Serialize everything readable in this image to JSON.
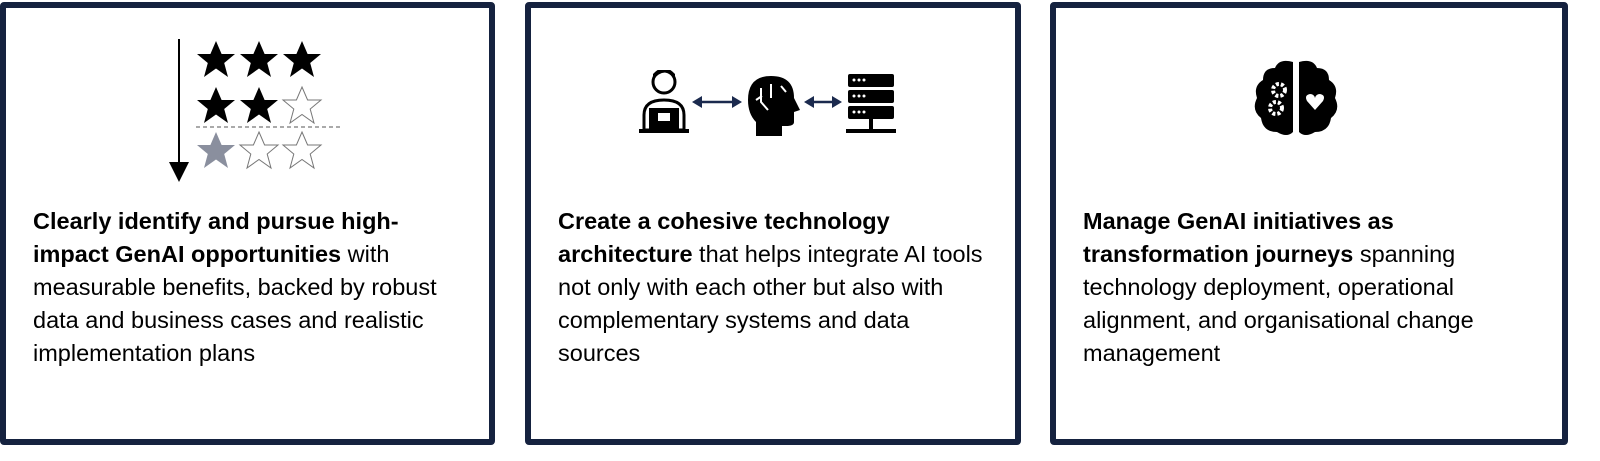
{
  "colors": {
    "border": "#15223f",
    "arrow": "#1b2a4e",
    "grey_star": "#8a8f9e"
  },
  "cards": [
    {
      "icon": "star-rating-prioritisation-icon",
      "bold": "Clearly identify and pursue high-impact GenAI opportunities",
      "rest": " with measurable benefits, backed by robust data and business cases and realistic implementation plans"
    },
    {
      "icon": "user-ai-database-integration-icon",
      "bold": "Create a cohesive technology architecture",
      "rest": " that helps integrate AI tools not only with each other but also with complementary systems and data sources"
    },
    {
      "icon": "brain-gears-heart-icon",
      "bold": "Manage GenAI initiatives as transformation journeys",
      "rest": " spanning technology deployment, operational alignment, and organisational change management"
    }
  ]
}
